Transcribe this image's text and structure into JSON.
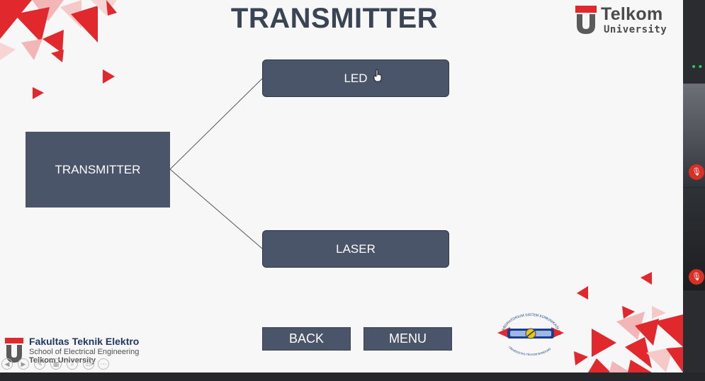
{
  "slide": {
    "title": "TRANSMITTER",
    "main_box_label": "TRANSMITTER",
    "led_label": "LED",
    "laser_label": "LASER",
    "back_label": "BACK",
    "menu_label": "MENU"
  },
  "logos": {
    "telkom_name": "Telkom",
    "telkom_sub": "University",
    "fte_line1": "Fakultas Teknik Elektro",
    "fte_line2": "School of Electrical Engineering",
    "fte_line3": "Telkom University",
    "lab_top_text": "LABORATORIUM SISTEM KOMUNIKASI OPTIK",
    "lab_bottom_text": "UNIVERSITAS TELKOM BANDUNG"
  },
  "colors": {
    "accent_red": "#e0282d",
    "box_fill": "#4a5569",
    "title_color": "#3a4455",
    "mic_off_red": "#d93025"
  },
  "icons": {
    "mic_off": "mic-off-icon",
    "more": "more-options-icon",
    "cursor": "hand-cursor-icon"
  }
}
